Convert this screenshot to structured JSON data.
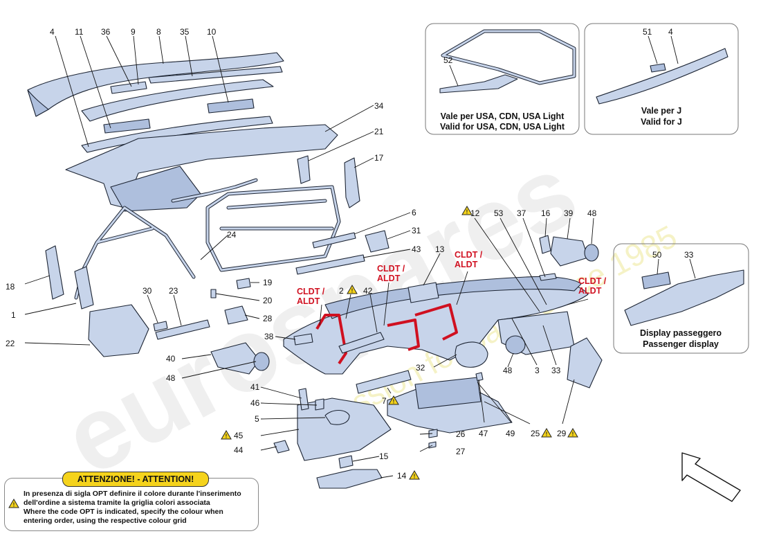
{
  "callouts": {
    "n1": "1",
    "n2": "2",
    "n3": "3",
    "n4": "4",
    "n4b": "4",
    "n5": "5",
    "n6": "6",
    "n7": "7",
    "n8": "8",
    "n9": "9",
    "n10": "10",
    "n11": "11",
    "n12": "12",
    "n13": "13",
    "n14": "14",
    "n15": "15",
    "n16": "16",
    "n17": "17",
    "n18": "18",
    "n19": "19",
    "n20": "20",
    "n21": "21",
    "n22": "22",
    "n23": "23",
    "n24": "24",
    "n25": "25",
    "n26": "26",
    "n27": "27",
    "n28": "28",
    "n29": "29",
    "n30": "30",
    "n31": "31",
    "n32": "32",
    "n33": "33",
    "n33b": "33",
    "n34": "34",
    "n35": "35",
    "n36": "36",
    "n37": "37",
    "n38": "38",
    "n39": "39",
    "n40": "40",
    "n41": "41",
    "n42": "42",
    "n43": "43",
    "n44": "44",
    "n45": "45",
    "n46": "46",
    "n47": "47",
    "n48": "48",
    "n48b": "48",
    "n48c": "48",
    "n49": "49",
    "n50": "50",
    "n51": "51",
    "n52": "52",
    "n53": "53"
  },
  "red_labels": {
    "cldt": "CLDT /",
    "aldt": "ALDT"
  },
  "insets": {
    "usa_it": "Vale per USA, CDN, USA Light",
    "usa_en": "Valid for USA, CDN, USA Light",
    "j_it": "Vale per J",
    "j_en": "Valid for J",
    "display_it": "Display passeggero",
    "display_en": "Passenger display"
  },
  "attention": {
    "title": "ATTENZIONE! - ATTENTION!",
    "line1": "In presenza di sigla OPT definire il colore durante l'inserimento",
    "line2": "dell'ordine a sistema tramite la griglia colori associata",
    "line3": "Where the code OPT is indicated, specify the colour when",
    "line4": "entering order, using the respective colour grid",
    "icon": "warning-triangle-icon"
  },
  "watermark": {
    "brand": "eurospares",
    "tagline": "a passion for parts since 1985"
  },
  "colors": {
    "part_fill": "#c7d4ea",
    "outline": "#1c2433",
    "highlight": "#d01020",
    "warning": "#f3d21a"
  }
}
